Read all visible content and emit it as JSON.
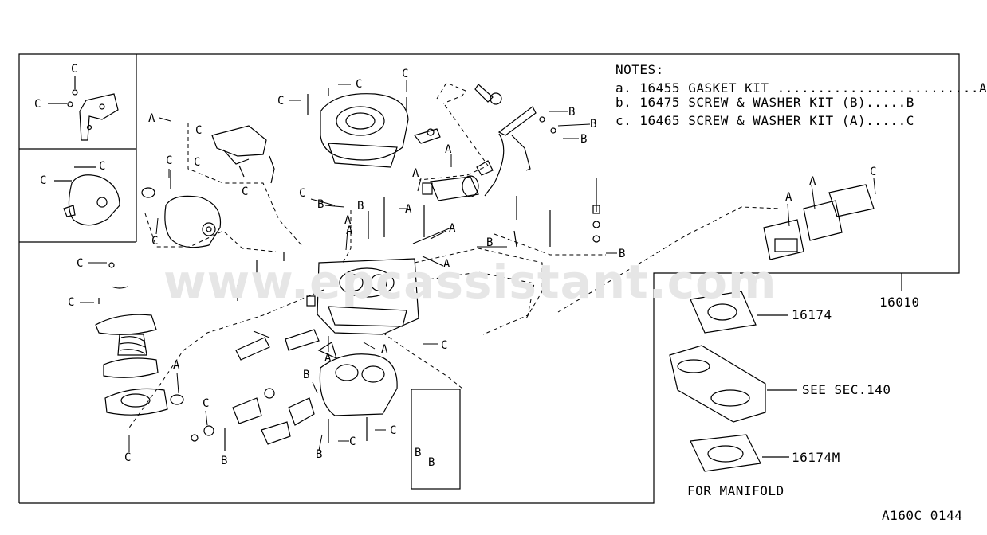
{
  "notes": {
    "title": "NOTES:",
    "items": [
      "a. 16455 GASKET KIT .........................A",
      "b. 16475 SCREW & WASHER KIT (B).....B",
      "c. 16465 SCREW & WASHER KIT (A).....C"
    ]
  },
  "part_numbers": {
    "assembly": "16010",
    "gasket_upper": "16174",
    "see_section": "SEE SEC.140",
    "gasket_lower": "16174M",
    "for_manifold": "FOR MANIFOLD"
  },
  "figure_code": "A160C 0144",
  "watermark": "www.epcassistant.com",
  "callout_letters": {
    "a": "A",
    "b": "B",
    "c": "C"
  }
}
